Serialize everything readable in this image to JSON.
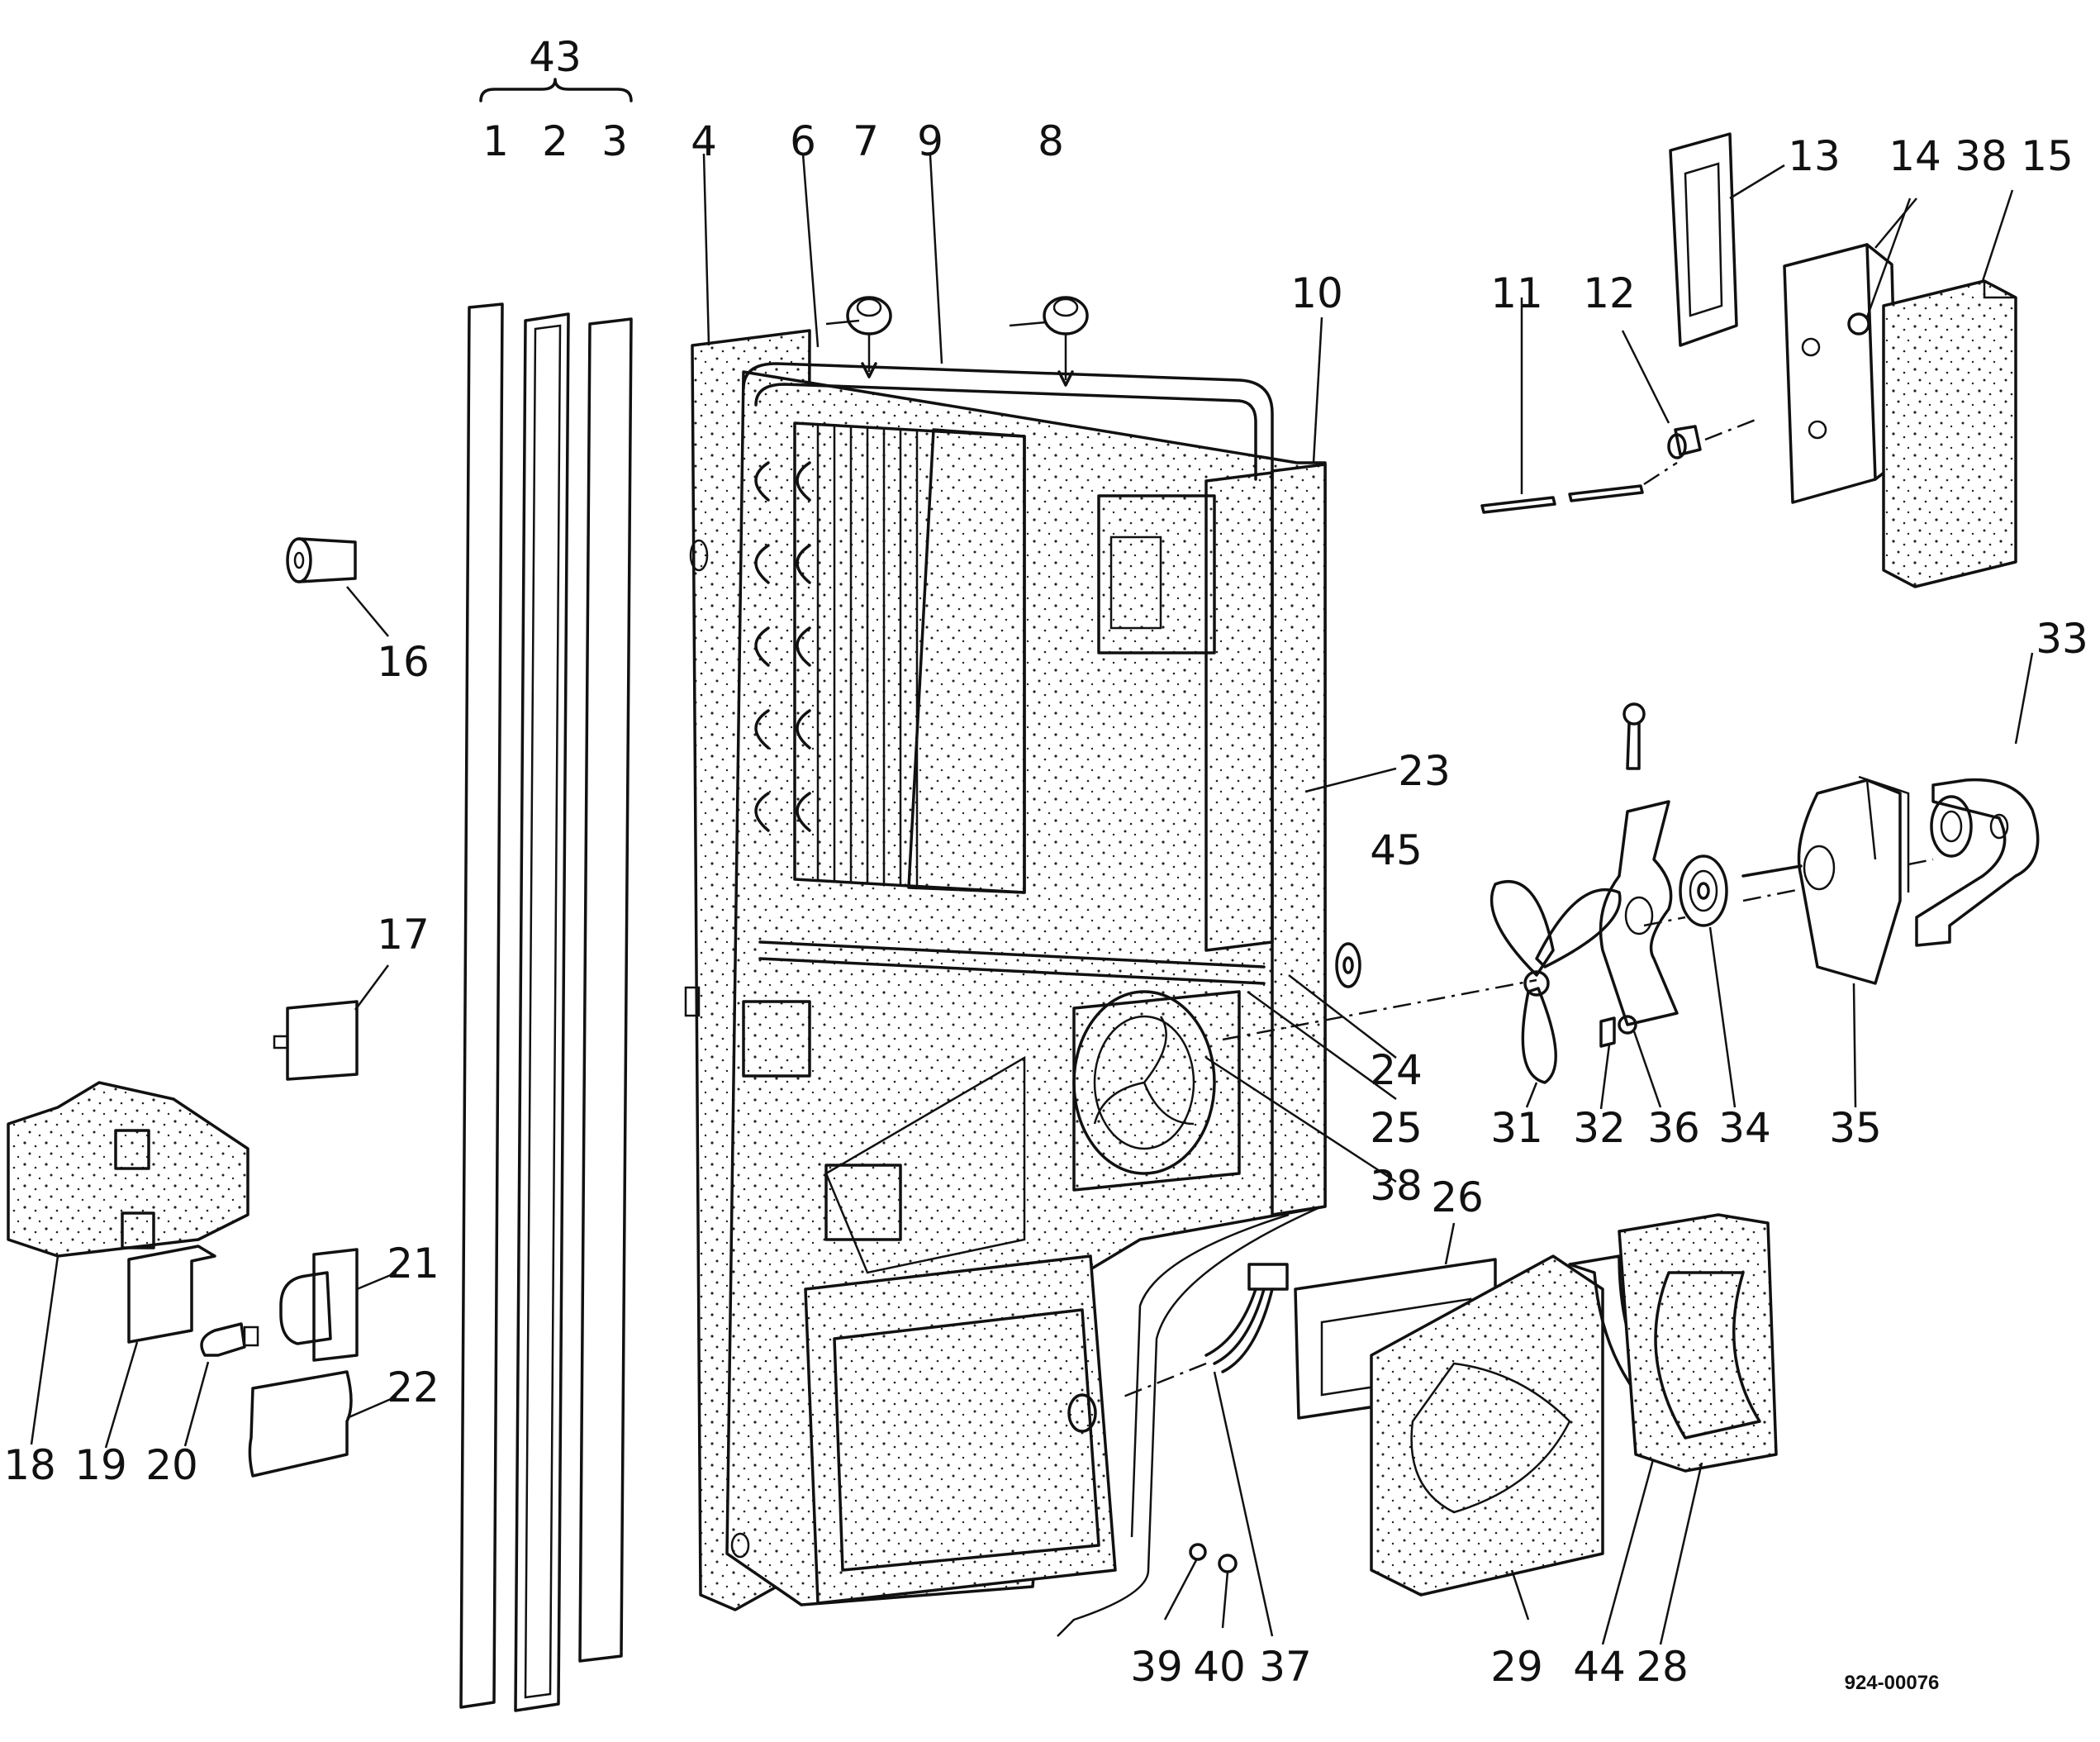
{
  "diagram": {
    "part_numbers": {
      "p1": "1",
      "p2": "2",
      "p3": "3",
      "p4": "4",
      "p6": "6",
      "p7": "7",
      "p8": "8",
      "p9": "9",
      "p10": "10",
      "p11": "11",
      "p12": "12",
      "p13": "13",
      "p14": "14",
      "p15": "15",
      "p16": "16",
      "p17": "17",
      "p18": "18",
      "p19": "19",
      "p20": "20",
      "p21": "21",
      "p22": "22",
      "p23": "23",
      "p24": "24",
      "p25": "25",
      "p26": "26",
      "p28": "28",
      "p29": "29",
      "p31": "31",
      "p32": "32",
      "p33": "33",
      "p34": "34",
      "p35": "35",
      "p36": "36",
      "p37": "37",
      "p38a": "38",
      "p38b": "38",
      "p39": "39",
      "p40": "40",
      "p43": "43",
      "p44": "44",
      "p45": "45"
    },
    "drawing_code": "924-00076"
  }
}
